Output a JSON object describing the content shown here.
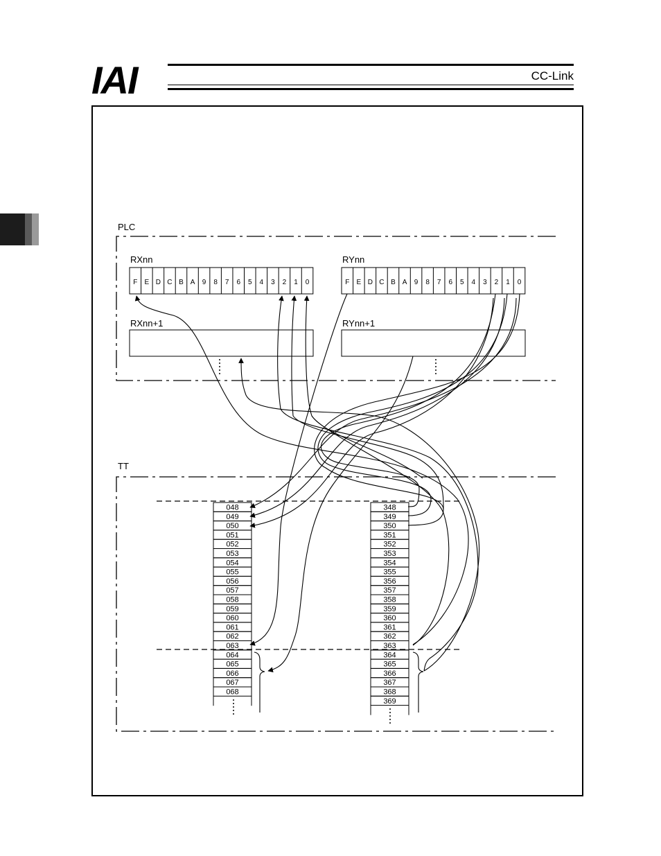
{
  "header": {
    "logo": "IAI",
    "section": "CC-Link"
  },
  "diagram": {
    "plc_label": "PLC",
    "tt_label": "TT",
    "rx_label": "RXnn",
    "ry_label": "RYnn",
    "rx_next_label": "RXnn+1",
    "ry_next_label": "RYnn+1",
    "bits": [
      "F",
      "E",
      "D",
      "C",
      "B",
      "A",
      "9",
      "8",
      "7",
      "6",
      "5",
      "4",
      "3",
      "2",
      "1",
      "0"
    ],
    "left_addresses": [
      "048",
      "049",
      "050",
      "051",
      "052",
      "053",
      "054",
      "055",
      "056",
      "057",
      "058",
      "059",
      "060",
      "061",
      "062",
      "063",
      "064",
      "065",
      "066",
      "067",
      "068"
    ],
    "right_addresses": [
      "348",
      "349",
      "350",
      "351",
      "352",
      "353",
      "354",
      "355",
      "356",
      "357",
      "358",
      "359",
      "360",
      "361",
      "362",
      "363",
      "364",
      "365",
      "366",
      "367",
      "368",
      "369"
    ]
  }
}
